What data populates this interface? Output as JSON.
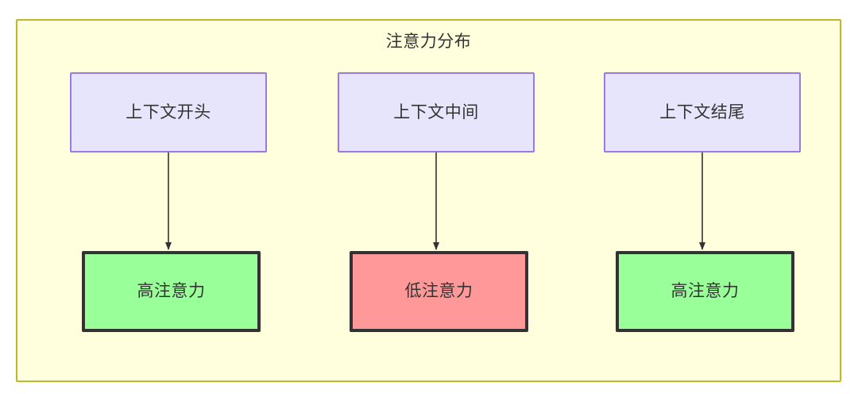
{
  "diagram": {
    "title": "注意力分布",
    "container_fill": "#ffffdd",
    "container_stroke": "#bfb72c",
    "context_fill": "#e7e5fb",
    "context_stroke": "#9b78e8",
    "high_fill": "#99ff99",
    "low_fill": "#ff9999",
    "node_stroke": "#333333",
    "edge_color": "#333333",
    "columns": [
      {
        "id": "begin",
        "context_label": "上下文开头",
        "attention_label": "高注意力",
        "attention_level": "high"
      },
      {
        "id": "middle",
        "context_label": "上下文中间",
        "attention_label": "低注意力",
        "attention_level": "low"
      },
      {
        "id": "end",
        "context_label": "上下文结尾",
        "attention_label": "高注意力",
        "attention_level": "high"
      }
    ]
  }
}
